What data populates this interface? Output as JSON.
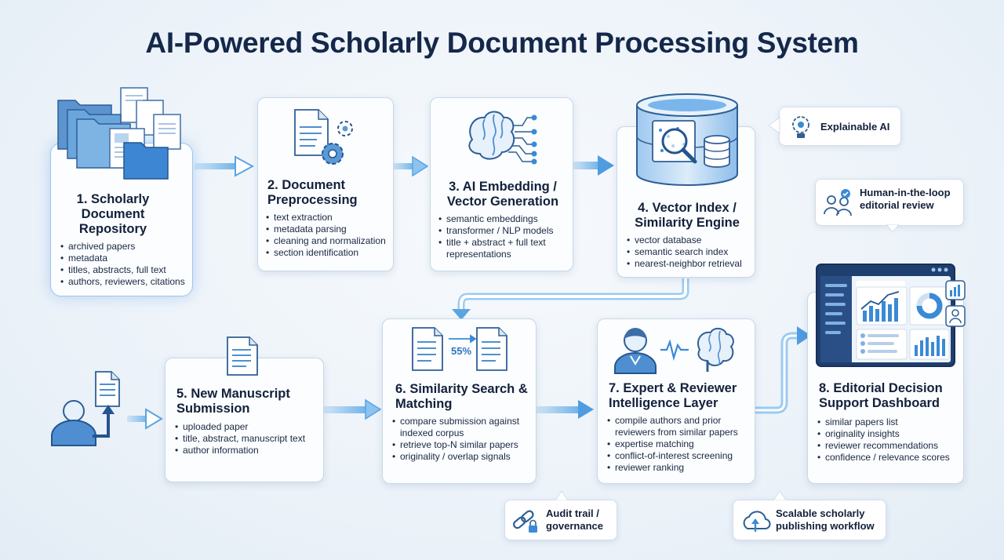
{
  "title": "AI-Powered Scholarly Document Processing System",
  "steps": [
    {
      "title": "1. Scholarly Document Repository",
      "bullets": [
        "archived papers",
        "metadata",
        "titles, abstracts, full text",
        "authors, reviewers, citations"
      ]
    },
    {
      "title": "2. Document Preprocessing",
      "bullets": [
        "text extraction",
        "metadata parsing",
        "cleaning and normalization",
        "section identification"
      ]
    },
    {
      "title": "3. AI Embedding / Vector Generation",
      "bullets": [
        "semantic embeddings",
        "transformer / NLP models",
        "title + abstract + full text representations"
      ]
    },
    {
      "title": "4. Vector Index / Similarity Engine",
      "bullets": [
        "vector database",
        "semantic search index",
        "nearest-neighbor retrieval"
      ]
    },
    {
      "title": "5. New Manuscript Submission",
      "bullets": [
        "uploaded paper",
        "title, abstract, manuscript text",
        "author information"
      ]
    },
    {
      "title": "6. Similarity Search & Matching",
      "bullets": [
        "compare submission against indexed corpus",
        "retrieve top-N similar papers",
        "originality / overlap signals"
      ]
    },
    {
      "title": "7. Expert & Reviewer Intelligence Layer",
      "bullets": [
        "compile authors and prior reviewers from similar papers",
        "expertise matching",
        "conflict-of-interest screening",
        "reviewer ranking"
      ]
    },
    {
      "title": "8. Editorial Decision Support Dashboard",
      "bullets": [
        "similar papers list",
        "originality insights",
        "reviewer recommendations",
        "confidence / relevance scores"
      ]
    }
  ],
  "similarity_badge": "55%",
  "callouts": {
    "explainable": "Explainable AI",
    "human_loop": "Human-in-the-loop editorial review",
    "audit": "Audit trail / governance",
    "scalable": "Scalable scholarly publishing workflow"
  },
  "colors": {
    "accent": "#3a8ad6",
    "arrow": "#8fc3ec",
    "title": "#15284a",
    "card_border": "#c9d7e6"
  }
}
